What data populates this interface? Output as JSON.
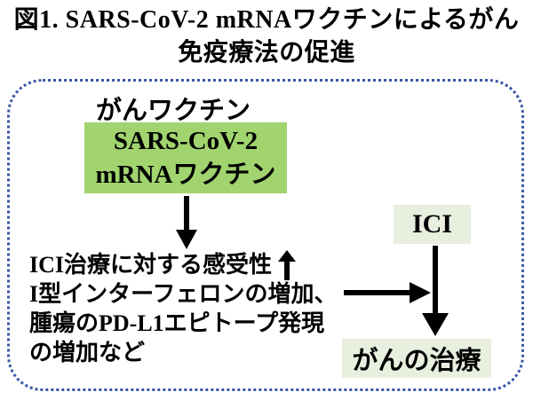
{
  "figure": {
    "title_line1": "図1. SARS-CoV-2 mRNAワクチンによるがん",
    "title_line2": "免疫療法の促進"
  },
  "diagram": {
    "vaccine_label": "がんワクチン",
    "vaccine_box": {
      "line1": "SARS-CoV-2",
      "line2": "mRNAワクチン"
    },
    "effects": {
      "line1": "ICI治療に対する感受性",
      "line1_icon": "up-arrow-icon",
      "line2": "I型インターフェロンの増加、",
      "line3": "腫瘍のPD-L1エピトープ発現",
      "line4": "の増加など"
    },
    "ici_box_label": "ICI",
    "treatment_box_label": "がんの治療",
    "icons": [
      "down-arrow-icon",
      "up-arrow-icon",
      "right-arrow-icon",
      "down-arrow-icon"
    ],
    "colors": {
      "vaccine_box_bg": "#a1d46e",
      "pale_box_bg": "#e8efdf",
      "frame_border_blue": "#3a57a7",
      "arrow_black": "#000000",
      "text_black": "#000000",
      "background": "#ffffff"
    }
  }
}
